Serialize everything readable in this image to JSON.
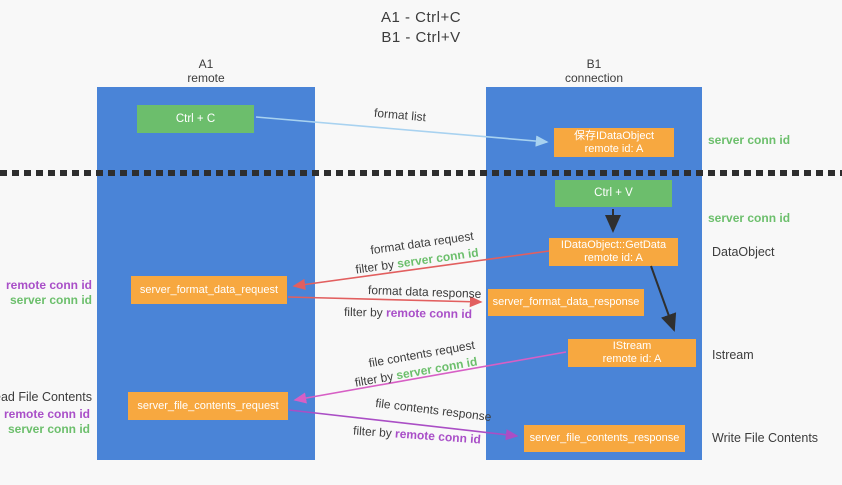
{
  "title": {
    "line1": "A1 - Ctrl+C",
    "line2": "B1 - Ctrl+V"
  },
  "columns": {
    "left": {
      "name": "A1",
      "role": "remote"
    },
    "right": {
      "name": "B1",
      "role": "connection"
    }
  },
  "nodes": {
    "ctrl_c": {
      "label": "Ctrl + C"
    },
    "save_idataobject": {
      "line1": "保存IDataObject",
      "line2": "remote id: A"
    },
    "ctrl_v": {
      "label": "Ctrl + V"
    },
    "getdata": {
      "line1": "IDataObject::GetData",
      "line2": "remote id: A"
    },
    "istream": {
      "line1": "IStream",
      "line2": "remote id: A"
    },
    "format_request": {
      "label": "server_format_data_request"
    },
    "format_response": {
      "label": "server_format_data_response"
    },
    "file_request": {
      "label": "server_file_contents_request"
    },
    "file_response": {
      "label": "server_file_contents_response"
    }
  },
  "edge_labels": {
    "format_list": "format list",
    "format_data_request": "format data request",
    "format_data_response": "format data response",
    "file_contents_request": "file contents request",
    "file_contents_response": "file contents response",
    "filter_by": "filter by ",
    "server_conn_id": "server conn id",
    "remote_conn_id": "remote conn id"
  },
  "side_labels": {
    "left": {
      "remote_conn_id": "remote conn id",
      "server_conn_id": "server conn id",
      "read_file_contents": "Read File Contents"
    },
    "right": {
      "server_conn_id_top": "server conn id",
      "server_conn_id_mid": "server conn id",
      "dataobject": "DataObject",
      "istream": "Istream",
      "write_file_contents": "Write File Contents"
    }
  },
  "colors": {
    "background": "#f8f8f8",
    "column_blue": "#4a84d7",
    "box_green": "#6cbe6c",
    "box_orange": "#f7a840",
    "arrow_blue": "#a8d2f0",
    "arrow_red": "#e25f5f",
    "arrow_pink": "#d75fc5",
    "arrow_purple": "#aa4ec5",
    "arrow_black": "#2f2f2f",
    "text_green": "#6cbf6c",
    "text_purple": "#a94fc8",
    "text_dark": "#3c3c3c"
  }
}
